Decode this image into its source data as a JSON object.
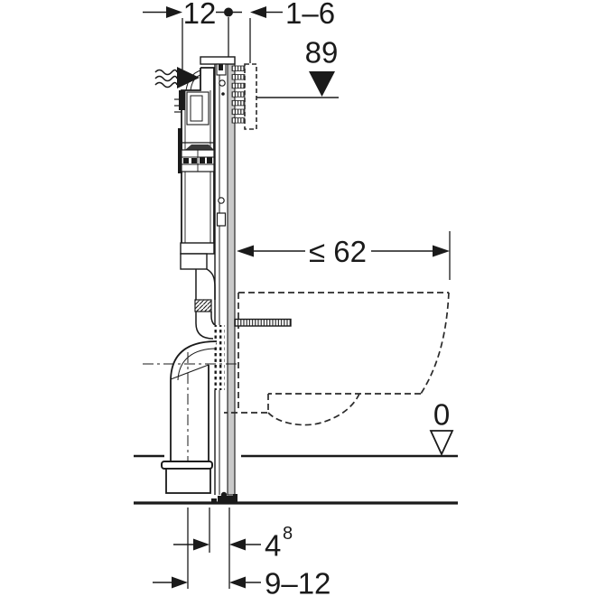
{
  "diagram": {
    "type": "technical-installation-drawing",
    "subject": "wall-hung WC concealed cistern frame, side section view",
    "dimensions": {
      "frame_depth": "12",
      "wall_finish_range": "1–6",
      "actuation_height": "89",
      "pan_max_depth": "≤ 62",
      "floor_level": "0",
      "outlet_offset_value": "4",
      "outlet_offset_sup": "8",
      "outlet_height_range": "9–12"
    },
    "markers": {
      "filled_triangle": "actuation-level-marker",
      "open_triangle": "finished-floor-level-marker",
      "reference_dot": "dimension-reference-dot",
      "supply_arrow": "water-supply-arrow"
    },
    "colors": {
      "line": "#1a1a1a",
      "dashed_line": "#2a2a2a",
      "rail_fill": "#c9c9c9",
      "background": "#ffffff"
    }
  }
}
